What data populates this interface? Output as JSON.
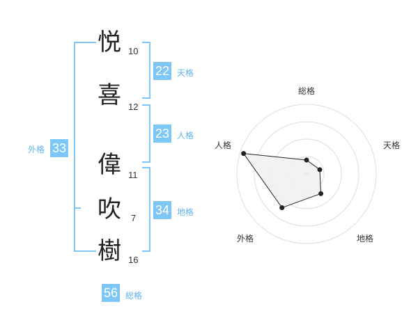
{
  "name": {
    "characters": [
      {
        "char": "悦",
        "strokes": "10"
      },
      {
        "char": "喜",
        "strokes": "12"
      },
      {
        "char": "偉",
        "strokes": "11"
      },
      {
        "char": "吹",
        "strokes": "7"
      },
      {
        "char": "樹",
        "strokes": "16"
      }
    ]
  },
  "fortune": {
    "tenkaku": {
      "value": "22",
      "label": "天格"
    },
    "jinkaku": {
      "value": "23",
      "label": "人格"
    },
    "chikaku": {
      "value": "34",
      "label": "地格"
    },
    "gaikaku": {
      "value": "33",
      "label": "外格"
    },
    "soukaku": {
      "value": "56",
      "label": "総格"
    }
  },
  "colors": {
    "accent": "#7dc6f5",
    "accent_text": "#5fb4ea",
    "radar_fill": "#f0f0f0",
    "grid": "#dddddd"
  },
  "chart_data": {
    "type": "radar",
    "axes": [
      "総格",
      "天格",
      "地格",
      "外格",
      "人格"
    ],
    "values": [
      0.2,
      0.2,
      0.35,
      0.6,
      0.95
    ],
    "range": [
      0,
      1
    ]
  }
}
